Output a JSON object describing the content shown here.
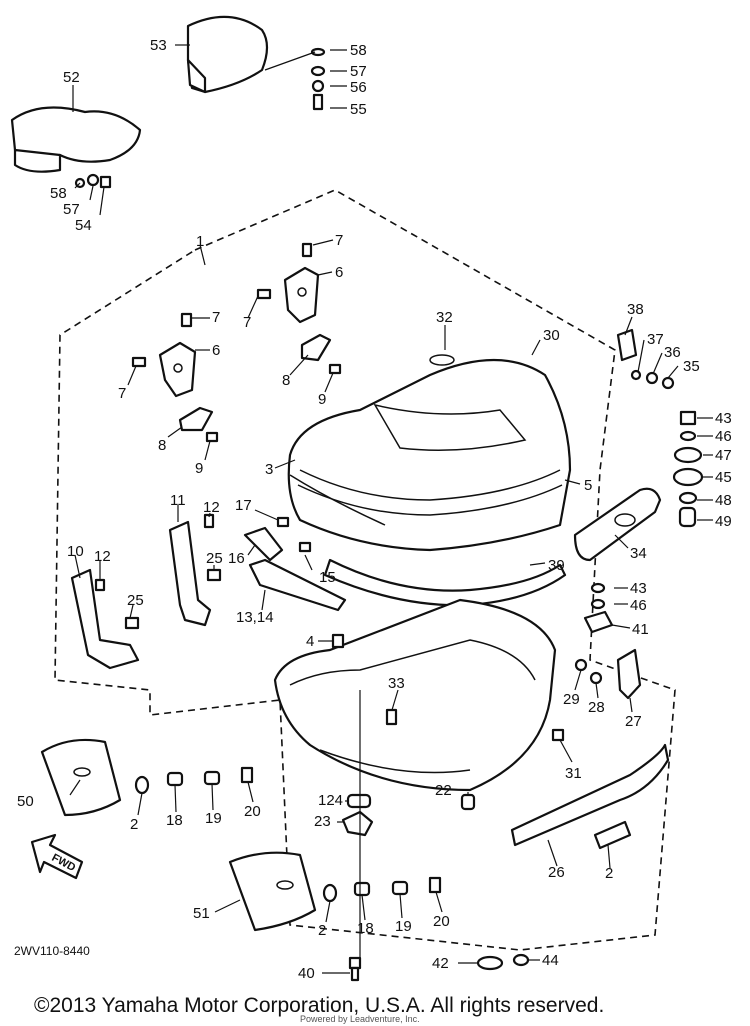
{
  "diagram": {
    "part_code": "2WV110-8440",
    "copyright": "©2013 Yamaha Motor Corporation, U.S.A. All rights reserved.",
    "watermark": "Powered by Leadventure, Inc.",
    "fwd_label": "FWD",
    "labels": {
      "l53": "53",
      "l52": "52",
      "l58a": "58",
      "l57a": "57",
      "l56": "56",
      "l55": "55",
      "l58b": "58",
      "l57b": "57",
      "l54": "54",
      "l7a": "7",
      "l6a": "6",
      "l7b": "7",
      "l7c": "7",
      "l6b": "6",
      "l7d": "7",
      "l32": "32",
      "l30": "30",
      "l8a": "8",
      "l9a": "9",
      "l8b": "8",
      "l9b": "9",
      "l38": "38",
      "l37": "37",
      "l36": "36",
      "l35": "35",
      "l43a": "43",
      "l46a": "46",
      "l47": "47",
      "l45": "45",
      "l48": "48",
      "l49": "49",
      "l3": "3",
      "l5": "5",
      "l39": "39",
      "l34": "34",
      "l11": "11",
      "l12a": "12",
      "l17": "17",
      "l10": "10",
      "l12b": "12",
      "l25a": "25",
      "l25b": "25",
      "l16": "16",
      "l15": "15",
      "l1314": "13,14",
      "l43b": "43",
      "l46b": "46",
      "l41": "41",
      "l4": "4",
      "l33": "33",
      "l29": "29",
      "l28": "28",
      "l27": "27",
      "l31": "31",
      "l50": "50",
      "l2a": "2",
      "l18a": "18",
      "l19a": "19",
      "l20a": "20",
      "l22": "22",
      "l124": "124",
      "l23": "23",
      "l26": "26",
      "l2b": "2",
      "l51": "51",
      "l2c": "2",
      "l18b": "18",
      "l19b": "19",
      "l20b": "20",
      "l40": "40",
      "l42": "42",
      "l44": "44",
      "l1": "1"
    }
  }
}
